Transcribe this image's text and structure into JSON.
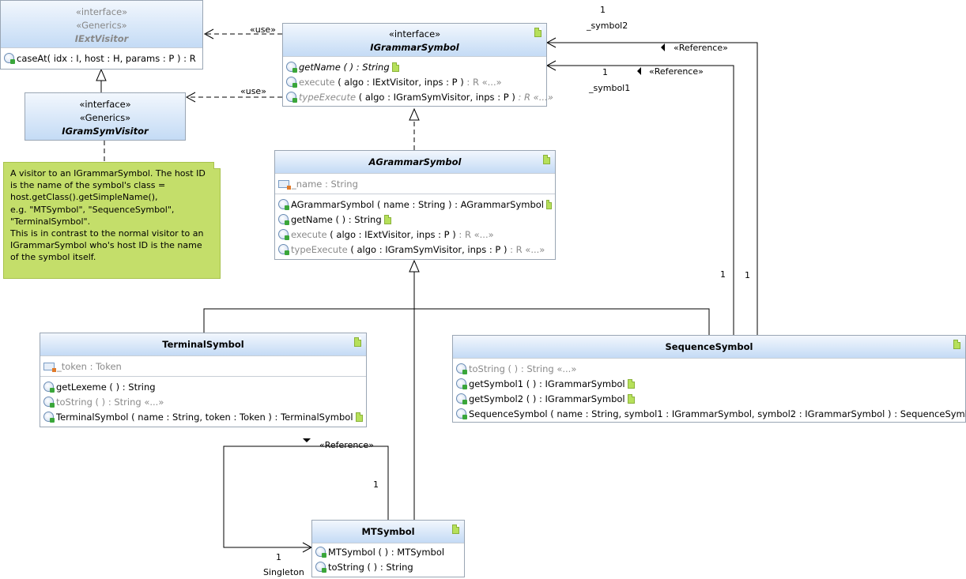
{
  "classes": {
    "iextvisitor": {
      "stereotypes": [
        "«interface»",
        "«Generics»"
      ],
      "name": "IExtVisitor",
      "operations": [
        {
          "name": "caseAt",
          "params": "( idx : I, host : H, params : P )",
          "ret": " :  R"
        }
      ]
    },
    "igramsymvisitor": {
      "stereotypes": [
        "«interface»",
        "«Generics»"
      ],
      "name": "IGramSymVisitor"
    },
    "igrammarsymbol": {
      "stereotypes": [
        "«interface»"
      ],
      "name": "IGrammarSymbol",
      "operations": [
        {
          "name": "getName",
          "params": " ( ) ",
          "ret": ":  String"
        },
        {
          "name": "execute",
          "params": " ( algo : IExtVisitor, inps : P ) ",
          "ret": ":  R «...»"
        },
        {
          "name": "typeExecute",
          "params": " ( algo : IGramSymVisitor, inps : P ) ",
          "ret": ":  R «...»"
        }
      ]
    },
    "agrammarsymbol": {
      "name": "AGrammarSymbol",
      "fields": [
        {
          "name": "_name",
          "type": " : String"
        }
      ],
      "operations": [
        {
          "name": "AGrammarSymbol",
          "params": " ( name : String ) ",
          "ret": ":  AGrammarSymbol"
        },
        {
          "name": "getName",
          "params": " ( ) ",
          "ret": ":  String"
        },
        {
          "name": "execute",
          "params": " ( algo : IExtVisitor, inps : P ) ",
          "ret": ":  R «...»"
        },
        {
          "name": "typeExecute",
          "params": " ( algo : IGramSymVisitor, inps : P ) ",
          "ret": ":  R «...»"
        }
      ]
    },
    "terminalsymbol": {
      "name": "TerminalSymbol",
      "fields": [
        {
          "name": "_token",
          "type": " : Token"
        }
      ],
      "operations": [
        {
          "name": "getLexeme",
          "params": " ( ) ",
          "ret": ":  String"
        },
        {
          "name": "toString",
          "params": " ( ) ",
          "ret": ":  String «...»"
        },
        {
          "name": "TerminalSymbol",
          "params": " ( name : String, token : Token ) ",
          "ret": ":  TerminalSymbol"
        }
      ]
    },
    "sequencesymbol": {
      "name": "SequenceSymbol",
      "operations": [
        {
          "name": "toString",
          "params": " ( ) ",
          "ret": ":  String «...»"
        },
        {
          "name": "getSymbol1",
          "params": " ( ) ",
          "ret": ":  IGrammarSymbol"
        },
        {
          "name": "getSymbol2",
          "params": " ( ) ",
          "ret": ":  IGrammarSymbol"
        },
        {
          "name": "SequenceSymbol",
          "params": " ( name : String, symbol1 : IGrammarSymbol, symbol2 : IGrammarSymbol ) ",
          "ret": ":  SequenceSymbol"
        }
      ]
    },
    "mtsymbol": {
      "name": "MTSymbol",
      "operations": [
        {
          "name": "MTSymbol",
          "params": " ( ) ",
          "ret": ":  MTSymbol"
        },
        {
          "name": "toString",
          "params": " ( ) ",
          "ret": ":  String"
        }
      ]
    }
  },
  "note": {
    "lines": [
      "A visitor to an IGrammarSymbol.  The host ID",
      "is the name of the symbol's class =",
      "host.getClass().getSimpleName(),",
      "e.g. \"MTSymbol\", \"SequenceSymbol\",",
      "\"TerminalSymbol\".",
      "This is in contrast to the normal visitor to an",
      "IGrammarSymbol who's host ID is the name",
      "of the symbol itself."
    ]
  },
  "labels": {
    "use1": "«use»",
    "use2": "«use»",
    "ref_symbol2": "«Reference»",
    "ref_symbol1": "«Reference»",
    "ref_singleton": "«Reference»",
    "mult_symbol2_top": "1",
    "role_symbol2": "_symbol2",
    "mult_symbol1_top": "1",
    "role_symbol1": "_symbol1",
    "mult_seq_a": "1",
    "mult_seq_b": "1",
    "mult_mt_top": "1",
    "mult_mt_bottom": "1",
    "role_singleton": "Singleton"
  }
}
